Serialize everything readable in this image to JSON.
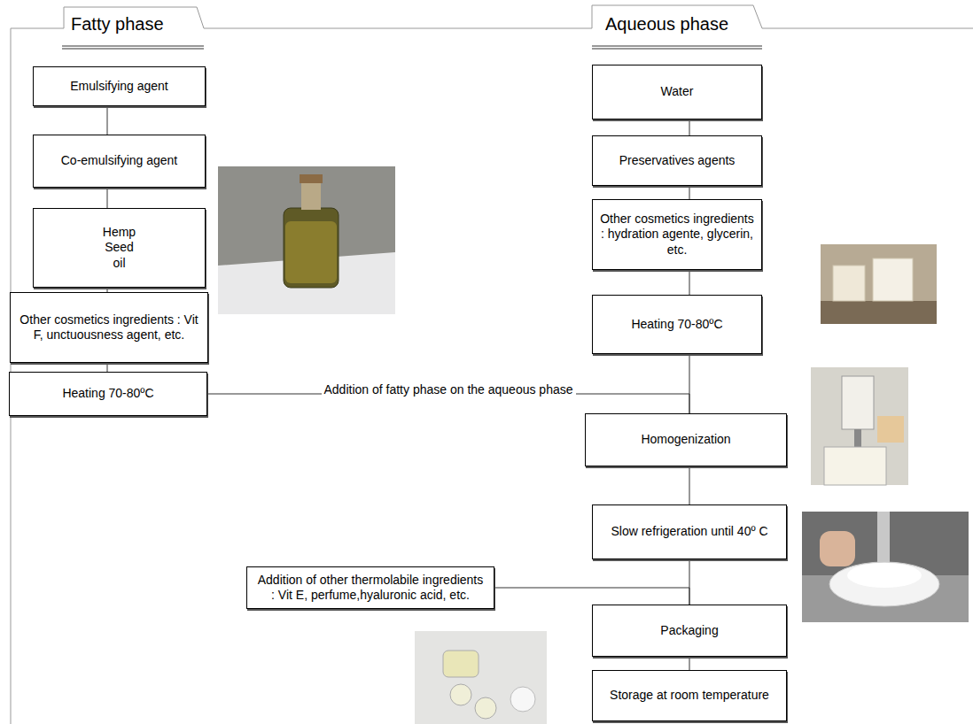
{
  "diagram": {
    "nodes": [
      {
        "text": [
          "Emulsifying agent"
        ]
      },
      {
        "text": [
          "Co-emulsifying agent"
        ]
      },
      {
        "text": [
          "Hemp Seed oil"
        ]
      },
      {
        "text": [
          "Other cosmetics ingredients : Vit F, unctuousness agent, etc."
        ]
      },
      {
        "text": [
          "Heating 70-80ºC"
        ]
      },
      {
        "text": [
          "Water"
        ]
      },
      {
        "text": [
          "Preservatives agents"
        ]
      },
      {
        "text": [
          "Other cosmetics ingredients : hydration agente, glycerin, etc."
        ]
      },
      {
        "text": [
          "Heating 70-80ºC"
        ]
      },
      {
        "text": [
          "Homogenization"
        ]
      },
      {
        "text": [
          "Slow refrigeration until 40º C"
        ]
      },
      {
        "text": [
          "Addition of other thermolabile ingredients : Vit E, perfume,hyaluronic acid, etc."
        ]
      },
      {
        "text": [
          "Packaging"
        ]
      },
      {
        "text": [
          "Storage at room temperature"
        ]
      }
    ],
    "edges": [
      {
        "from": 0,
        "to": 1,
        "arrow": "none"
      },
      {
        "from": 1,
        "to": 2,
        "arrow": "none"
      },
      {
        "from": 2,
        "to": 3,
        "arrow": "none"
      },
      {
        "from": 3,
        "to": 4,
        "arrow": "none"
      },
      {
        "from": 5,
        "to": 6,
        "arrow": "none"
      },
      {
        "from": 6,
        "to": 7,
        "arrow": "none"
      },
      {
        "from": 7,
        "to": 8,
        "arrow": "none"
      },
      {
        "from": 8,
        "to": 9,
        "arrow": "none"
      },
      {
        "from": 4,
        "to": 9,
        "label": "Addition of fatty phase on the aqueous phase",
        "arrow": "none"
      },
      {
        "from": 9,
        "to": 10,
        "arrow": "none"
      },
      {
        "from": 10,
        "to": 12,
        "arrow": "none"
      },
      {
        "from": 11,
        "to": 12,
        "arrow": "none"
      },
      {
        "from": 12,
        "to": 13,
        "arrow": "none"
      }
    ],
    "labels": [
      "Fatty phase",
      "Aqueous phase"
    ]
  }
}
